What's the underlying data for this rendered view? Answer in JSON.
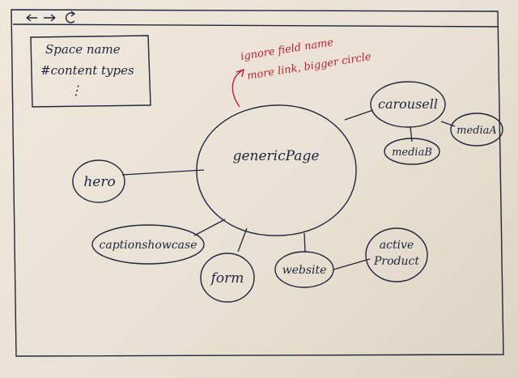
{
  "browser": {
    "back_icon": "arrow-left-icon",
    "forward_icon": "arrow-right-icon",
    "reload_icon": "reload-icon"
  },
  "sidebar": {
    "title": "Space name",
    "items": [
      "#content types"
    ],
    "more": "⋮"
  },
  "annotations": {
    "line1": "ignore field name",
    "line2": "more link, bigger circle"
  },
  "graph": {
    "center": "genericPage",
    "nodes": {
      "carousel": "carousell",
      "media_a": "mediaA",
      "media_b": "mediaB",
      "hero": "hero",
      "caption": "captionshowcase",
      "form": "form",
      "website": "website",
      "active_line1": "active",
      "active_line2": "Product"
    }
  },
  "colors": {
    "ink": "#1f2440",
    "annotation": "#c01f35",
    "paper": "#efe8dc"
  }
}
